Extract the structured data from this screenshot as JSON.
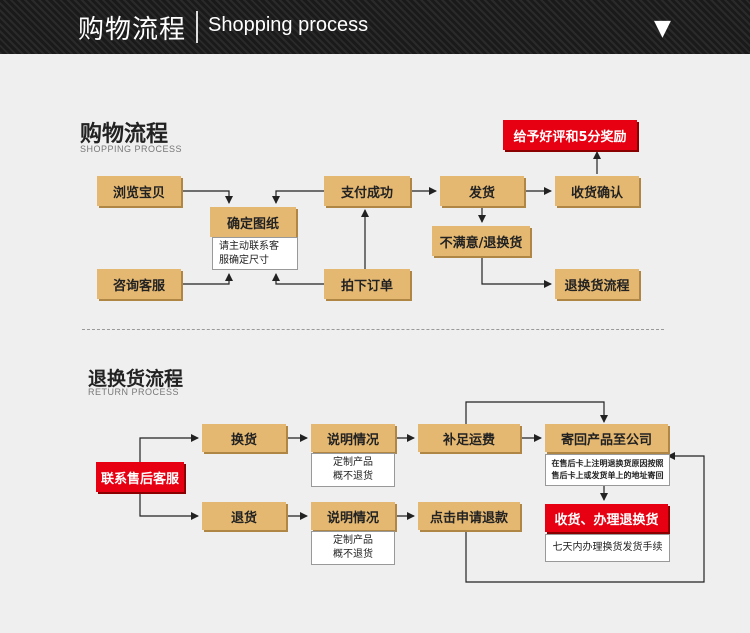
{
  "header": {
    "title": "购物流程",
    "subtitle": "Shopping process"
  },
  "shopping": {
    "title": "购物流程",
    "subtitle": "SHOPPING PROCESS",
    "browse": "浏览宝贝",
    "consult": "咨询客服",
    "confirm_drawing": "确定图纸",
    "confirm_note": [
      "请主动联系客",
      "服确定尺寸"
    ],
    "pay_success": "支付成功",
    "place_order": "拍下订单",
    "ship": "发货",
    "receive_confirm": "收货确认",
    "good_review": "给予好评和5分奖励",
    "unsatisfied": "不满意/退换货",
    "return_flow": "退换货流程"
  },
  "returns": {
    "title": "退换货流程",
    "subtitle": "RETURN PROCESS",
    "contact": "联系售后客服",
    "exchange": "换货",
    "refund": "退货",
    "explain1": "说明情况",
    "explain2": "说明情况",
    "custom_note1": [
      "定制产品",
      "概不退货"
    ],
    "custom_note2": [
      "定制产品",
      "概不退货"
    ],
    "pay_shipping": "补足运费",
    "apply_refund": "点击申请退款",
    "send_back": "寄回产品至公司",
    "send_back_note": [
      "在售后卡上注明退换货原因按照",
      "售后卡上或发货单上的地址寄回"
    ],
    "receive_refund": "收货、办理退换货",
    "receive_note": "七天内办理换货发货手续"
  }
}
